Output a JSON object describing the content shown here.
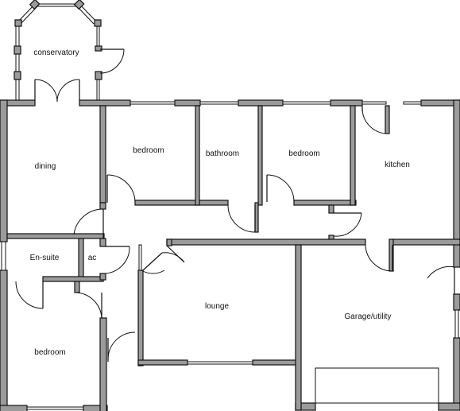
{
  "rooms": {
    "conservatory": "conservatory",
    "dining": "dining",
    "bedroom_1": "bedroom",
    "bathroom": "bathroom",
    "bedroom_2": "bedroom",
    "kitchen": "kitchen",
    "ensuite": "En-suite",
    "ac": "ac",
    "lounge": "lounge",
    "garage": "Garage/utility",
    "bedroom_3": "bedroom"
  }
}
